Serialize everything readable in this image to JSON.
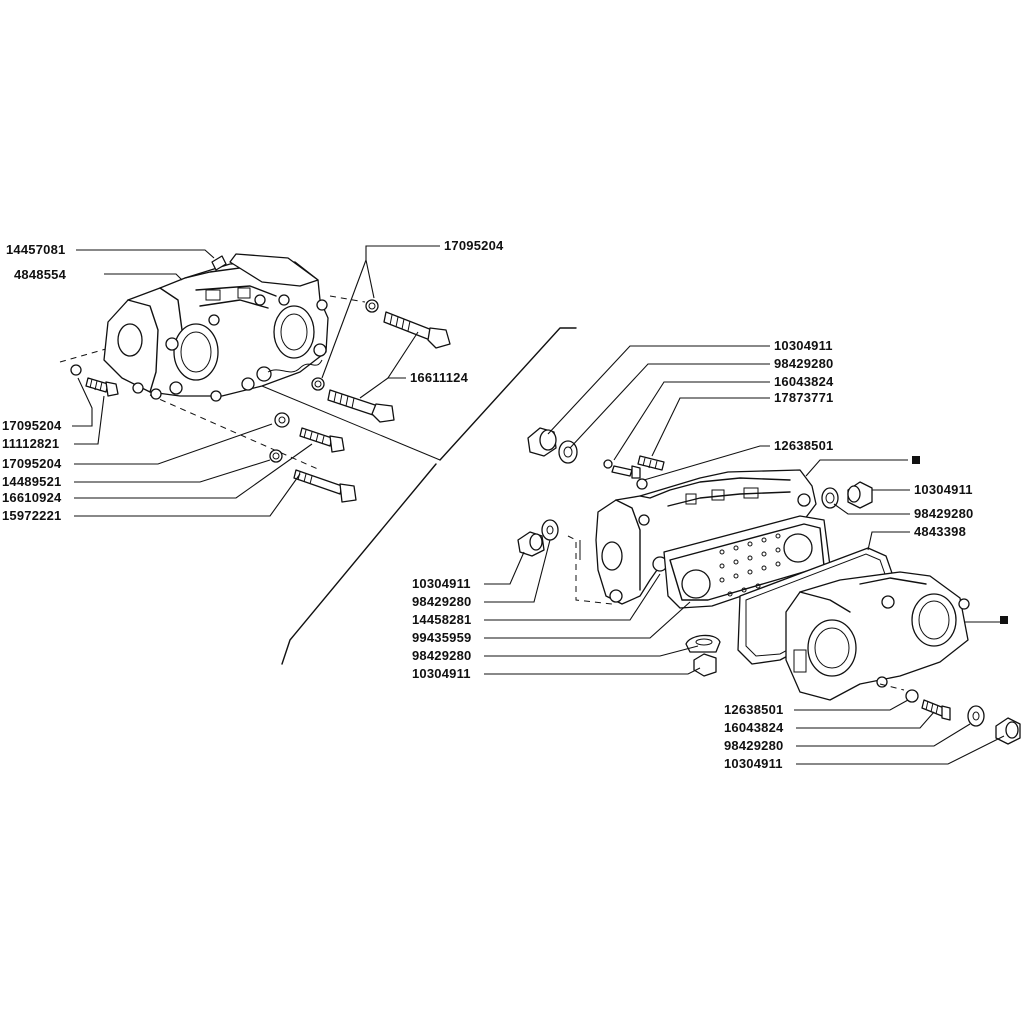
{
  "labels_left": [
    {
      "id": "l1",
      "text": "14457081"
    },
    {
      "id": "l2",
      "text": "4848554"
    },
    {
      "id": "l3",
      "text": "17095204"
    },
    {
      "id": "l4",
      "text": "11112821"
    },
    {
      "id": "l5",
      "text": "17095204"
    },
    {
      "id": "l6",
      "text": "14489521"
    },
    {
      "id": "l7",
      "text": "16610924"
    },
    {
      "id": "l8",
      "text": "15972221"
    }
  ],
  "labels_top_left": [
    {
      "id": "t1",
      "text": "17095204"
    },
    {
      "id": "t2",
      "text": "16611124"
    }
  ],
  "labels_right_top": [
    {
      "id": "r1",
      "text": "10304911"
    },
    {
      "id": "r2",
      "text": "98429280"
    },
    {
      "id": "r3",
      "text": "16043824"
    },
    {
      "id": "r4",
      "text": "17873771"
    },
    {
      "id": "r5",
      "text": "12638501"
    },
    {
      "id": "r6",
      "text": "10304911"
    },
    {
      "id": "r7",
      "text": "98429280"
    },
    {
      "id": "r8",
      "text": "4843398"
    }
  ],
  "labels_right_mid": [
    {
      "id": "m1",
      "text": "10304911"
    },
    {
      "id": "m2",
      "text": "98429280"
    },
    {
      "id": "m3",
      "text": "14458281"
    },
    {
      "id": "m4",
      "text": "99435959"
    },
    {
      "id": "m5",
      "text": "98429280"
    },
    {
      "id": "m6",
      "text": "10304911"
    }
  ],
  "labels_right_bottom": [
    {
      "id": "b1",
      "text": "12638501"
    },
    {
      "id": "b2",
      "text": "16043824"
    },
    {
      "id": "b3",
      "text": "98429280"
    },
    {
      "id": "b4",
      "text": "10304911"
    }
  ]
}
